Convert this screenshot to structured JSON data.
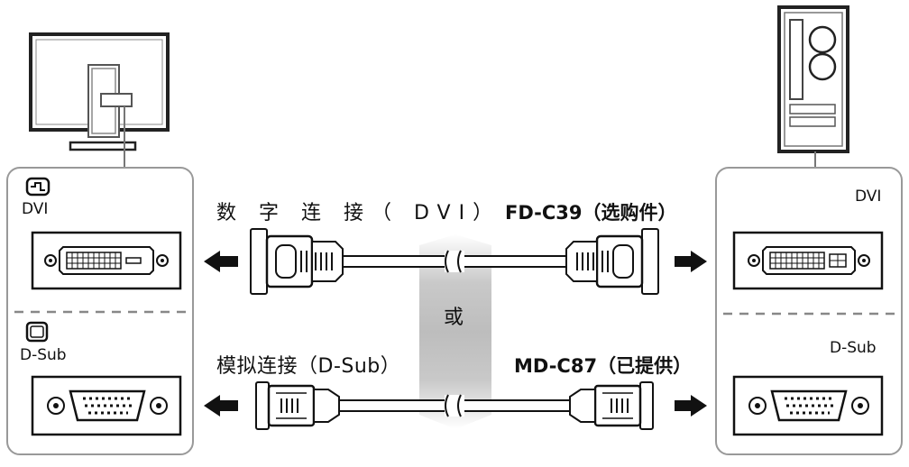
{
  "monitor_panel": {
    "dvi_label": "DVI",
    "dsub_label": "D-Sub"
  },
  "pc_panel": {
    "dvi_label": "DVI",
    "dsub_label": "D-Sub"
  },
  "digital": {
    "label": "数 字 连 接（ DVI）",
    "cable": "FD-C39（选购件）"
  },
  "analog": {
    "label": "模拟连接（D-Sub）",
    "cable": "MD-C87（已提供）"
  },
  "or_label": "或"
}
